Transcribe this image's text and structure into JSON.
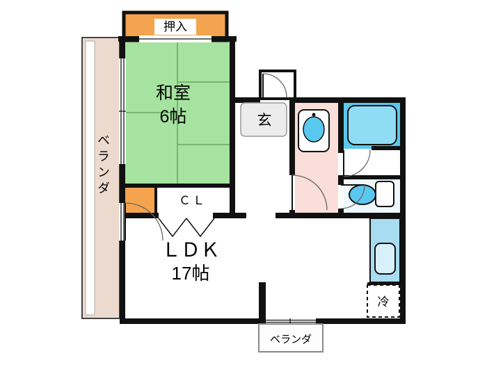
{
  "rooms": {
    "oshiire": {
      "label": "押入"
    },
    "washitsu": {
      "name": "和室",
      "size": "6帖"
    },
    "veranda_left": {
      "label": "ベランダ"
    },
    "genkan": {
      "label": "玄"
    },
    "closet": {
      "label": "ＣＬ"
    },
    "ldk": {
      "name": "ＬＤＫ",
      "size": "17帖"
    },
    "refrigerator": {
      "label": "冷"
    },
    "veranda_bottom": {
      "label": "ベランダ"
    }
  },
  "colors": {
    "wall": "#111111",
    "oshiire": "#f4a44f",
    "washitsu": "#a7e3a0",
    "veranda": "#eddacf",
    "washroom": "#f9ded9",
    "bath": "#5ac8ee",
    "bath_light": "#8fdcf4",
    "toilet_room": "#eef8fd",
    "kitchen_counter": "#a8dcf0",
    "kitchen_sink": "#d7f0fa",
    "fixture": "#5ac8ee"
  }
}
